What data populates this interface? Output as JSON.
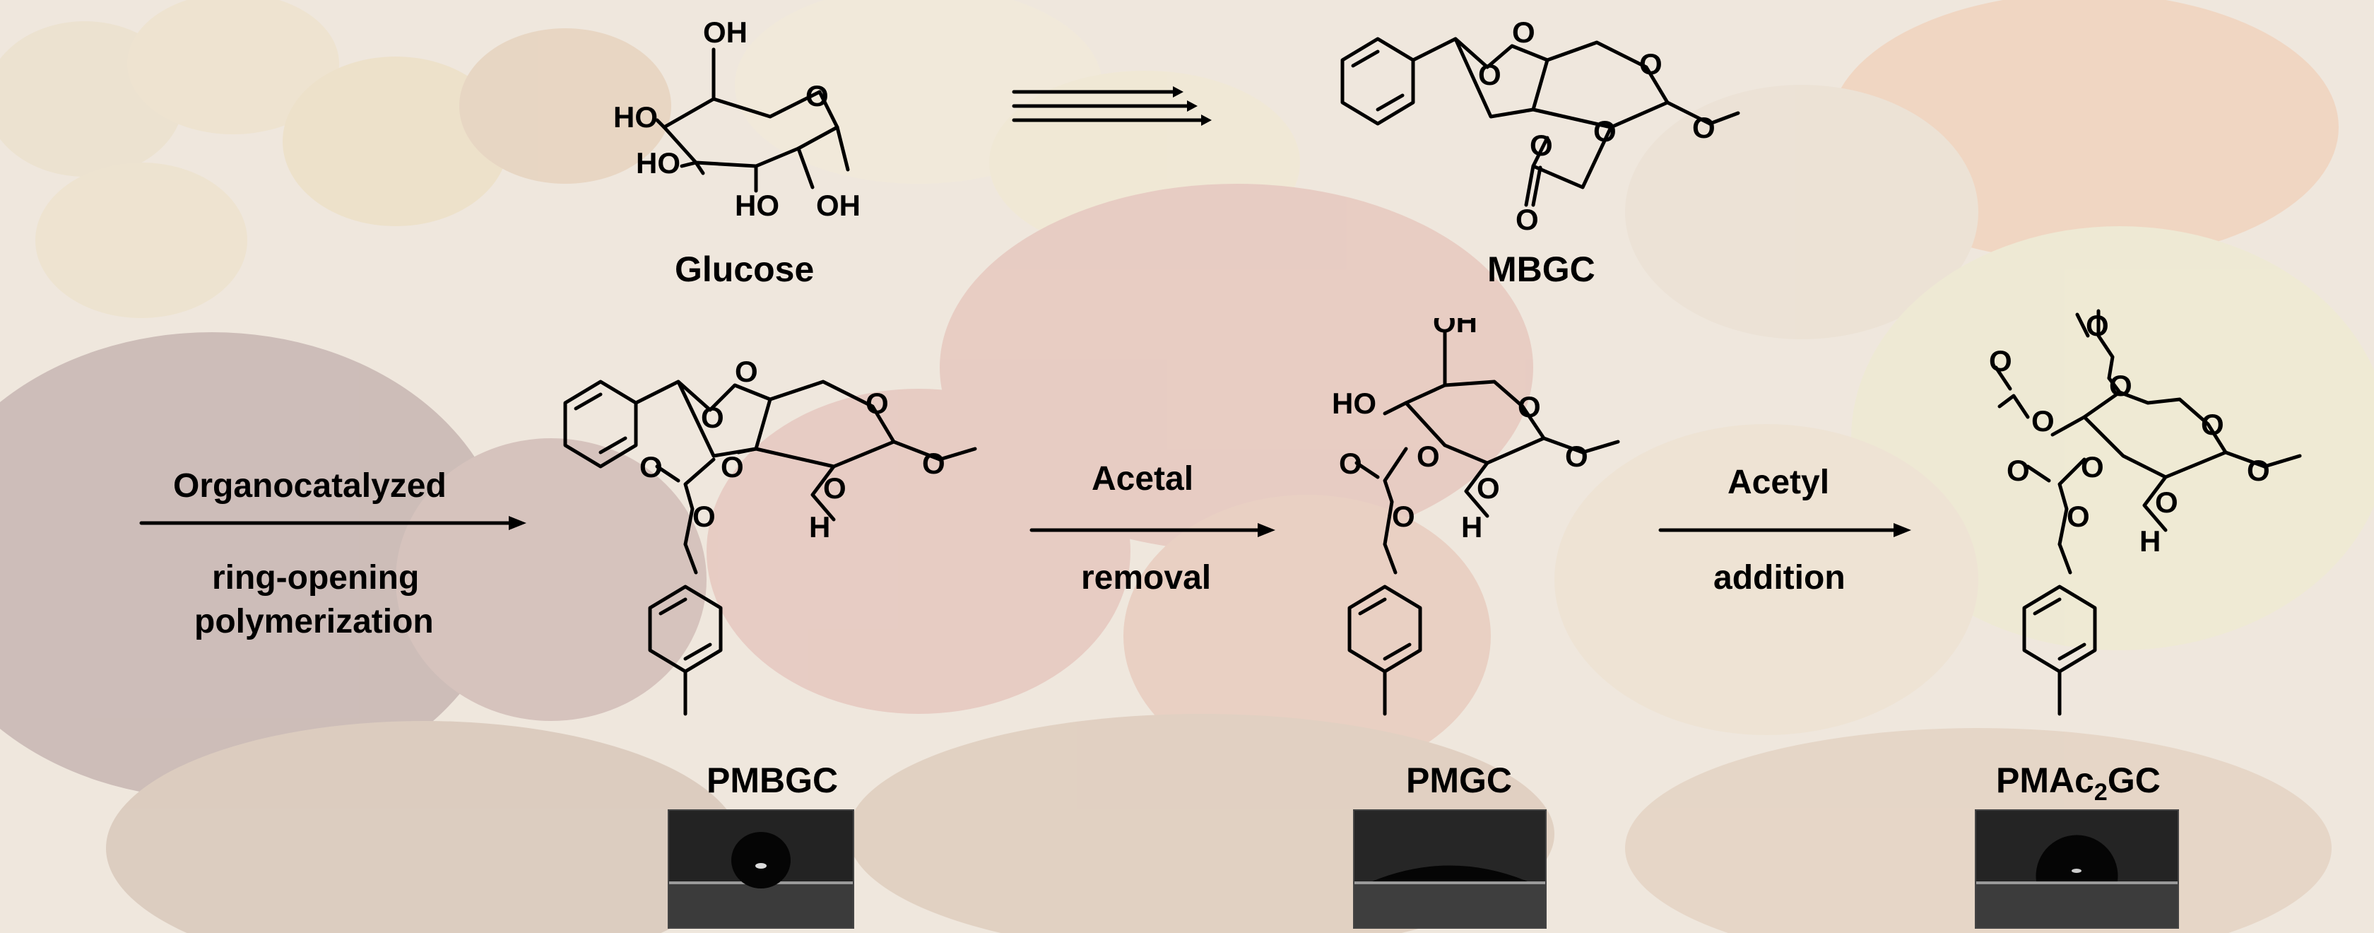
{
  "compounds": {
    "glucose": "Glucose",
    "mbgc": "MBGC",
    "pmbgc": "PMBGC",
    "pmgc": "PMGC",
    "pmac2gc_main": "PMAc",
    "pmac2gc_sub": "2",
    "pmac2gc_end": "GC"
  },
  "steps": {
    "step1_line1": "Organocatalyzed",
    "step1_line2": "ring-opening",
    "step1_line3": "polymerization",
    "step2_line1": "Acetal",
    "step2_line2": "removal",
    "step3_line1": "Acetyl",
    "step3_line2": "addition"
  },
  "atoms": {
    "oh": "OH",
    "ho": "HO",
    "o": "O",
    "h": "H"
  },
  "colors": {
    "background": "#efe8df",
    "ink": "#000000"
  }
}
